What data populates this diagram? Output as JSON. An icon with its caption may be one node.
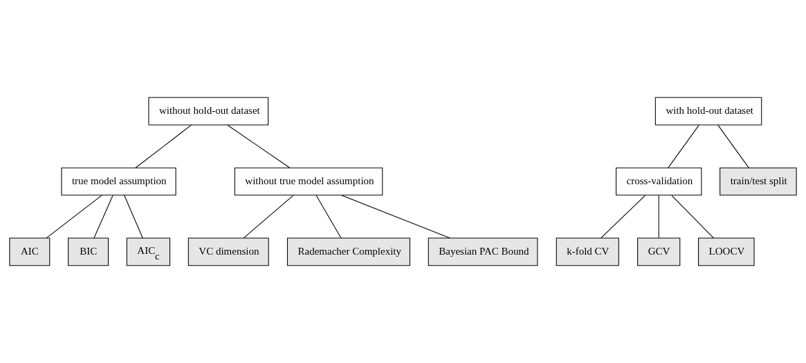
{
  "diagram": {
    "nodes": [
      {
        "text": [
          "without hold-out dataset"
        ]
      },
      {
        "text": [
          "with hold-out dataset"
        ]
      },
      {
        "text": [
          "true model assumption"
        ]
      },
      {
        "text": [
          "without true model assumption"
        ]
      },
      {
        "text": [
          "cross-validation"
        ]
      },
      {
        "text": [
          "train/test split"
        ]
      },
      {
        "text": [
          "AIC"
        ]
      },
      {
        "text": [
          "BIC"
        ]
      },
      {
        "text": [
          "AIC$_{c}$"
        ]
      },
      {
        "text": [
          "VC dimension"
        ]
      },
      {
        "text": [
          "Rademacher Complexity"
        ]
      },
      {
        "text": [
          "Bayesian PAC Bound"
        ]
      },
      {
        "text": [
          "k-fold CV"
        ]
      },
      {
        "text": [
          "GCV"
        ]
      },
      {
        "text": [
          "LOOCV"
        ]
      }
    ],
    "edges": [
      {
        "from": 0,
        "to": 2,
        "arrow": "none"
      },
      {
        "from": 0,
        "to": 3,
        "arrow": "none"
      },
      {
        "from": 1,
        "to": 4,
        "arrow": "none"
      },
      {
        "from": 1,
        "to": 5,
        "arrow": "none"
      },
      {
        "from": 2,
        "to": 6,
        "arrow": "none"
      },
      {
        "from": 2,
        "to": 7,
        "arrow": "none"
      },
      {
        "from": 2,
        "to": 8,
        "arrow": "none"
      },
      {
        "from": 3,
        "to": 9,
        "arrow": "none"
      },
      {
        "from": 3,
        "to": 10,
        "arrow": "none"
      },
      {
        "from": 3,
        "to": 11,
        "arrow": "none"
      },
      {
        "from": 4,
        "to": 12,
        "arrow": "none"
      },
      {
        "from": 4,
        "to": 13,
        "arrow": "none"
      },
      {
        "from": 4,
        "to": 14,
        "arrow": "none"
      }
    ]
  }
}
